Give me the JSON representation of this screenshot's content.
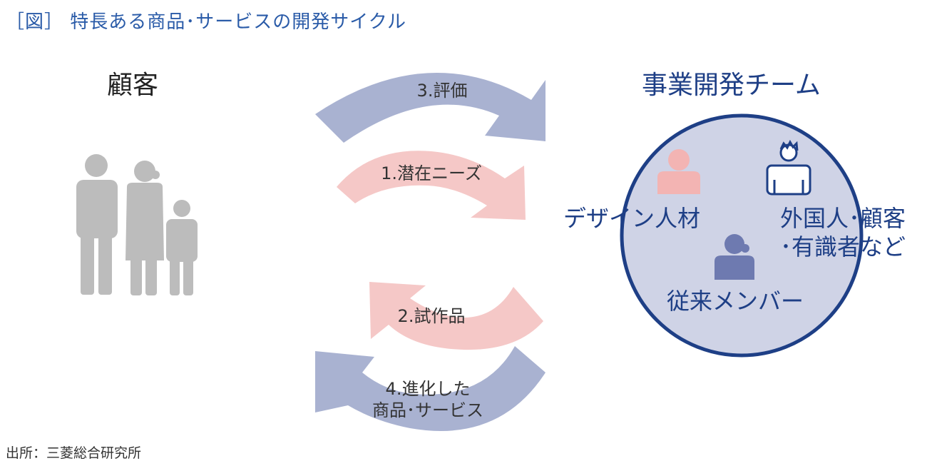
{
  "figure": {
    "title": "［図］ 特長ある商品･サービスの開発サイクル",
    "source": "出所：三菱総合研究所"
  },
  "customer": {
    "label": "顧客",
    "icon": "family-icon"
  },
  "team": {
    "label": "事業開発チーム",
    "members": {
      "design": "デザイン人材",
      "foreign_line1": "外国人･顧客",
      "foreign_line2": "･有識者など",
      "existing": "従来メンバー"
    }
  },
  "cycle": {
    "needs": "1.潜在ニーズ",
    "prototype": "2.試作品",
    "evaluation": "3.評価",
    "evolved_line1": "4.進化した",
    "evolved_line2": "商品･サービス"
  },
  "colors": {
    "blue_arrow": "#a9b2d1",
    "pink_arrow": "#f5c8c7",
    "circle_fill": "#cfd3e6",
    "circle_stroke": "#1e3f86",
    "person_gray": "#bcbcbc",
    "person_pink": "#f3b4b3",
    "person_blue": "#6e7ab0",
    "title_blue": "#2a5ba8"
  }
}
